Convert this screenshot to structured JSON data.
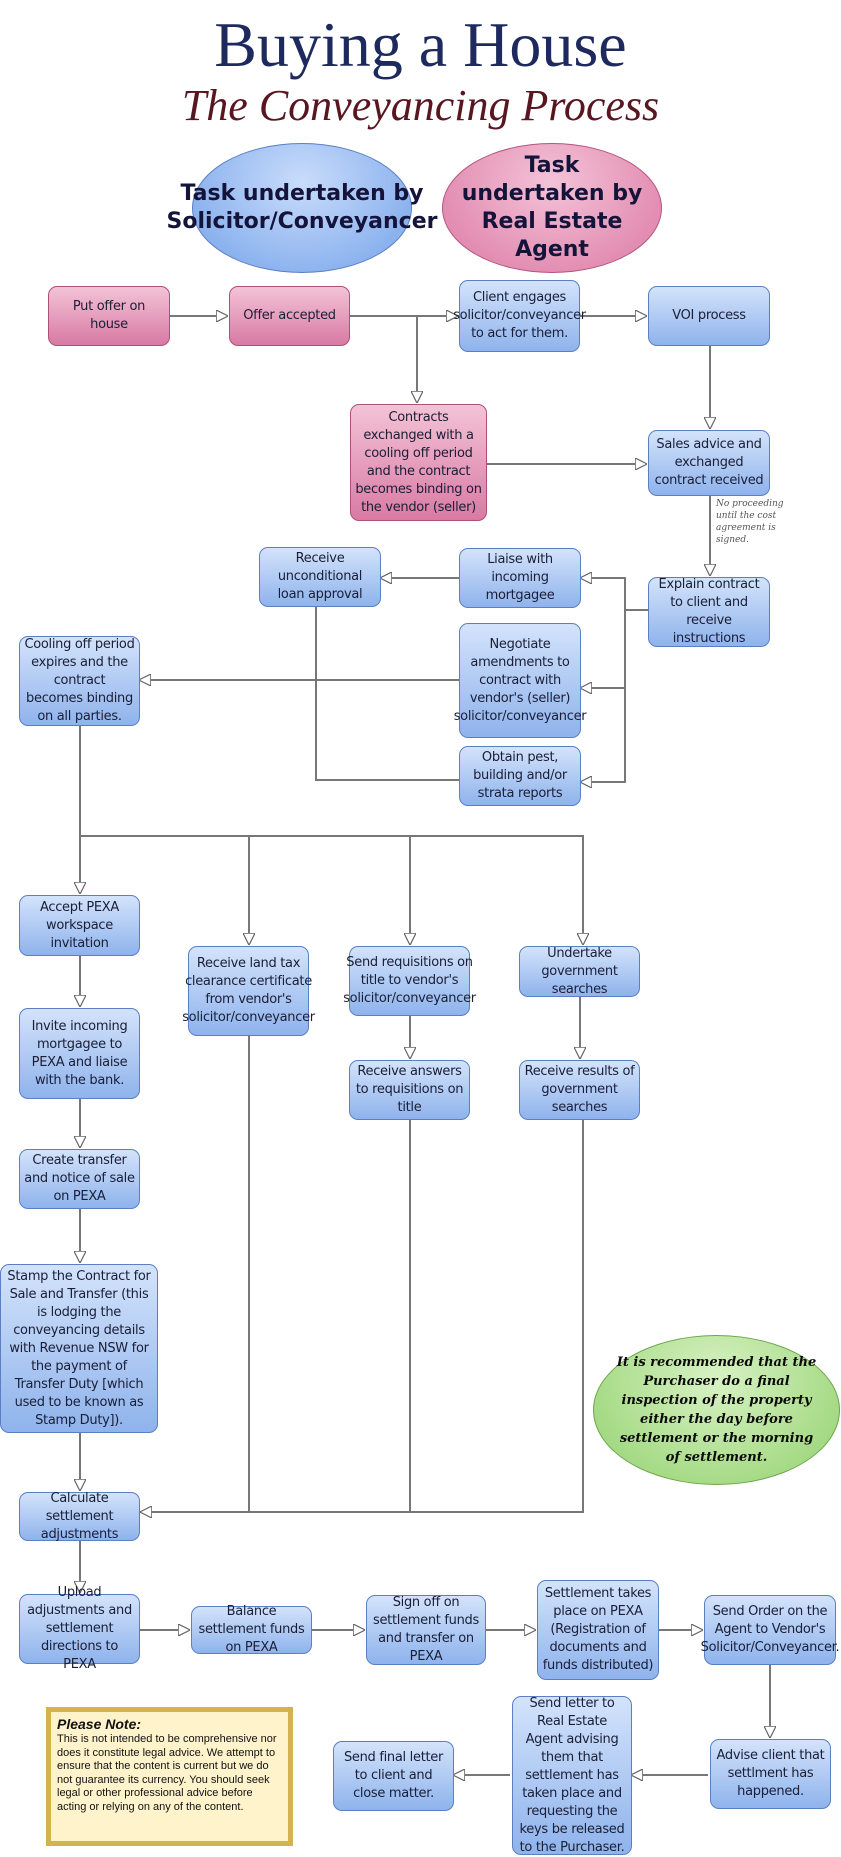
{
  "header": {
    "title": "Buying a House",
    "subtitle": "The Conveyancing Process"
  },
  "legend": {
    "solicitor": "Task undertaken by Solicitor/Conveyancer",
    "agent": "Task undertaken by Real Estate Agent"
  },
  "steps": {
    "put_offer": "Put offer on house",
    "offer_accepted": "Offer accepted",
    "client_engages": "Client engages solicitor/conveyancer to act for them.",
    "voi": "VOI process",
    "contracts_exchanged": "Contracts exchanged with a cooling off period and the contract becomes binding on the vendor (seller)",
    "sales_advice": "Sales advice and exchanged contract received",
    "cost_note": "No proceeding until the cost agreement is signed.",
    "explain_contract": "Explain contract to client and receive instructions",
    "liaise_mortgagee": "Liaise with incoming mortgagee",
    "unconditional_loan": "Receive unconditional loan approval",
    "negotiate_amendments": "Negotiate amendments to contract with vendor's (seller) solicitor/conveyancer",
    "obtain_reports": "Obtain pest, building and/or strata reports",
    "cooling_off_expires": "Cooling off period expires and the contract becomes binding on all parties.",
    "accept_pexa": "Accept PEXA workspace invitation",
    "land_tax": "Receive land tax clearance certificate from vendor's solicitor/conveyancer",
    "send_requisitions": "Send requisitions on title to vendor's solicitor/conveyancer",
    "gov_searches": "Undertake government searches",
    "invite_mortgagee": "Invite incoming mortgagee to PEXA and liaise with the bank.",
    "receive_answers": "Receive answers to requisitions on title",
    "gov_results": "Receive results of government searches",
    "create_transfer": "Create transfer and notice of sale on PEXA",
    "stamp_contract": "Stamp the Contract for Sale and Transfer (this is lodging the conveyancing details with Revenue NSW for the payment of Transfer Duty [which used to be known as Stamp Duty]).",
    "calc_adjustments": "Calculate settlement adjustments",
    "upload_adjustments": "Upload adjustments and settlement directions to PEXA",
    "balance_funds": "Balance settlement funds on PEXA",
    "sign_off": "Sign off on settlement funds and transfer on PEXA",
    "settlement_place": "Settlement takes place on PEXA (Registration of documents and funds distributed)",
    "send_order": "Send Order on the Agent to Vendor's Solicitor/Conveyancer.",
    "advise_client": "Advise client that settlment has happened.",
    "letter_agent": "Send letter to Real Estate Agent advising them that settlement has taken place and requesting the keys be released to the Purchaser.",
    "final_letter": "Send final letter to client and close matter."
  },
  "recommendation": "It is recommended that the Purchaser do a final inspection of the property either the day before settlement or the morning of settlement.",
  "disclaimer": {
    "title": "Please Note:",
    "body": "This is not intended to be comprehensive nor does it constitute legal advice. We attempt to ensure that the content is current but we do not guarantee its currency. You should seek legal or other professional advice before acting or relying on any of the content."
  },
  "colors": {
    "solicitor": "#8fb3ec",
    "agent": "#d97aa4",
    "recommendation": "#a7db87",
    "note_border": "#d4b250"
  }
}
